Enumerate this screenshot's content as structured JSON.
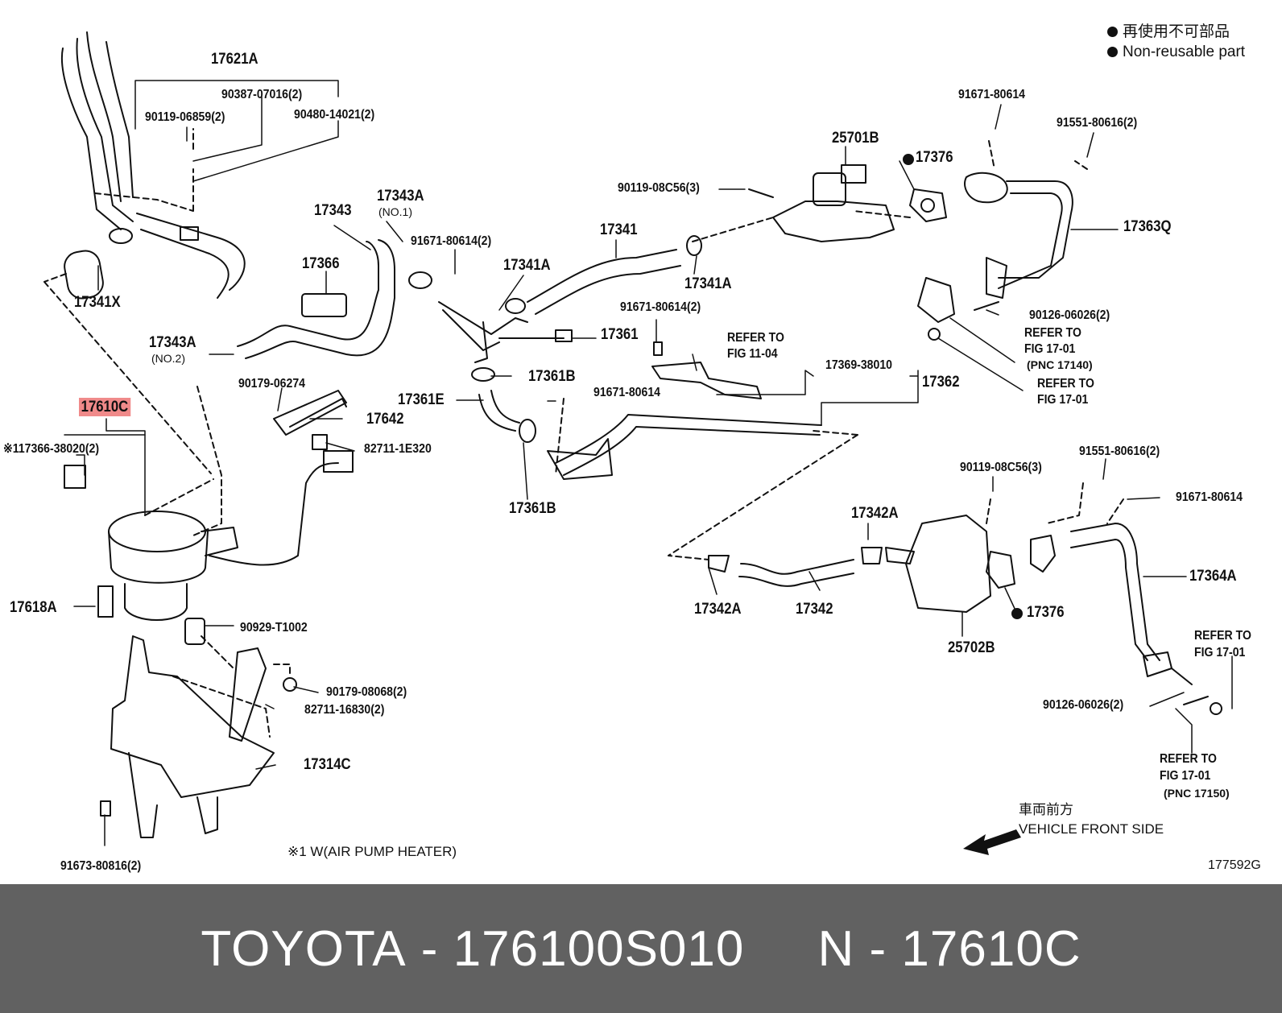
{
  "legend": {
    "line_jp": "再使用不可部品",
    "line_en": "Non-reusable part"
  },
  "highlight_color": "#f08a8a",
  "labels": {
    "p17621A": "17621A",
    "p90387": "90387-07016(2)",
    "p90119_06859": "90119-06859(2)",
    "p90480": "90480-14021(2)",
    "p17343A_no1": "17343A",
    "no1": "(NO.1)",
    "p17343": "17343",
    "p17366": "17366",
    "p91671_2a": "91671-80614(2)",
    "p17341A_a": "17341A",
    "p17341": "17341",
    "p90119_08C56_3": "90119-08C56(3)",
    "p25701B": "25701B",
    "p17376_a": "17376",
    "p17341A_b": "17341A",
    "p91671_top": "91671-80614",
    "p91551_top": "91551-80616(2)",
    "p17363Q": "17363Q",
    "p17341X": "17341X",
    "p17343A_no2": "17343A",
    "no2": "(NO.2)",
    "p17361": "17361",
    "p91671_2b": "91671-80614(2)",
    "refer_to_a": "REFER TO",
    "fig_11_04": "FIG 11-04",
    "p17369": "17369-38010",
    "p90126_a": "90126-06026(2)",
    "refer_to_b": "REFER TO",
    "fig_17_01_b": "FIG 17-01",
    "pnc_17140": "(PNC 17140)",
    "refer_to_c": "REFER TO",
    "fig_17_01_c": "FIG 17-01",
    "p17362": "17362",
    "p90179_06274": "90179-06274",
    "p17361B_a": "17361B",
    "p17361E": "17361E",
    "p91671_mid": "91671-80614",
    "p17610C": "17610C",
    "p17642": "17642",
    "p17366_38020": "※117366-38020(2)",
    "p82711_1E320": "82711-1E320",
    "p17361B_b": "17361B",
    "p91551_mid": "91551-80616(2)",
    "p90119_08C56_mid": "90119-08C56(3)",
    "p91671_right": "91671-80614",
    "p17342A_a": "17342A",
    "p17364A": "17364A",
    "p17618A": "17618A",
    "p17342A_b": "17342A",
    "p17342": "17342",
    "p17376_b": "17376",
    "p90929": "90929-T1002",
    "p25702B": "25702B",
    "refer_to_d": "REFER TO",
    "fig_17_01_d": "FIG 17-01",
    "p90179_08068": "90179-08068(2)",
    "p82711_16830": "82711-16830(2)",
    "p90126_b": "90126-06026(2)",
    "p17314C": "17314C",
    "refer_to_e": "REFER TO",
    "fig_17_01_e": "FIG 17-01",
    "pnc_17150": "(PNC 17150)",
    "dir_jp": "車両前方",
    "dir_en": "VEHICLE FRONT SIDE",
    "p91673": "91673-80816(2)",
    "note_heater": "※1 W(AIR PUMP HEATER)",
    "fig_code": "177592G"
  },
  "footer": {
    "brand": "TOYOTA",
    "part_number": "176100S010",
    "ref_prefix": "N",
    "ref": "17610C"
  }
}
